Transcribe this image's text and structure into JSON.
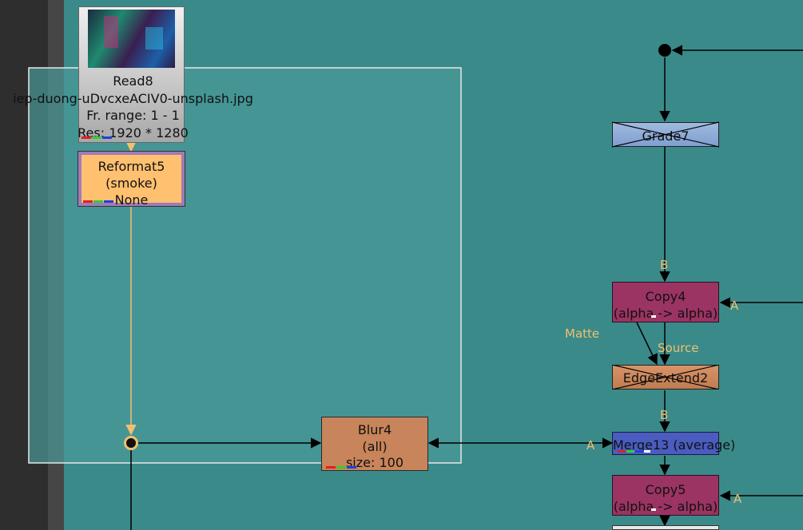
{
  "nodes": {
    "read": {
      "name": "Read8",
      "file": "iep-duong-uDvcxeACIV0-unsplash.jpg",
      "range": "Fr. range: 1 - 1",
      "res": "Res: 1920 * 1280"
    },
    "reformat": {
      "name": "Reformat5",
      "channel": "(smoke)",
      "filter": "None"
    },
    "blur": {
      "name": "Blur4",
      "channel": "(all)",
      "size": "size: 100"
    },
    "grade": {
      "name": "Grade7"
    },
    "copy4": {
      "name": "Copy4",
      "channels": "(alpha -> alpha)"
    },
    "edgeextend": {
      "name": "EdgeExtend2"
    },
    "merge": {
      "name": "Merge13 (average)"
    },
    "copy5": {
      "name": "Copy5",
      "channels": "(alpha -> alpha)"
    }
  },
  "inputs": {
    "b": "B",
    "a": "A",
    "matte": "Matte",
    "source": "Source"
  },
  "colors": {
    "background": "#3b8a8a",
    "backdrop": "#4a9a9a",
    "reformat": "#ffc070",
    "blur": "#c8845a",
    "grade": "#7f9fcf",
    "copy": "#9b3462",
    "edgeextend": "#c8845a",
    "merge": "#4a5cbf",
    "label": "#f0c070"
  }
}
